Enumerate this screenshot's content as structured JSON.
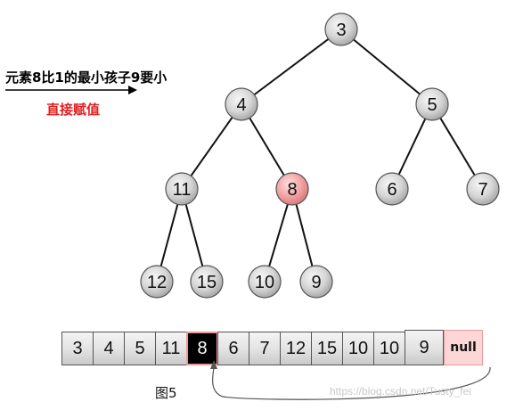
{
  "annotation": {
    "line1": "元素8比1的最小孩子9要小",
    "line2": "直接赋值",
    "line2_color": "#e02020"
  },
  "tree": {
    "nodes": [
      {
        "id": "n3",
        "label": "3",
        "highlight": false
      },
      {
        "id": "n4",
        "label": "4",
        "highlight": false
      },
      {
        "id": "n5",
        "label": "5",
        "highlight": false
      },
      {
        "id": "n11",
        "label": "11",
        "highlight": false
      },
      {
        "id": "n8",
        "label": "8",
        "highlight": true
      },
      {
        "id": "n6",
        "label": "6",
        "highlight": false
      },
      {
        "id": "n7",
        "label": "7",
        "highlight": false
      },
      {
        "id": "n12",
        "label": "12",
        "highlight": false
      },
      {
        "id": "n15",
        "label": "15",
        "highlight": false
      },
      {
        "id": "n10",
        "label": "10",
        "highlight": false
      },
      {
        "id": "n9",
        "label": "9",
        "highlight": false
      }
    ],
    "edges": [
      [
        "n3",
        "n4"
      ],
      [
        "n3",
        "n5"
      ],
      [
        "n4",
        "n11"
      ],
      [
        "n4",
        "n8"
      ],
      [
        "n5",
        "n6"
      ],
      [
        "n5",
        "n7"
      ],
      [
        "n11",
        "n12"
      ],
      [
        "n11",
        "n15"
      ],
      [
        "n8",
        "n10"
      ],
      [
        "n8",
        "n9"
      ]
    ],
    "highlight_color": "#f3a3a3",
    "node_color": "#d9d9d9"
  },
  "array": {
    "cells": [
      "3",
      "4",
      "5",
      "11",
      "8",
      "6",
      "7",
      "12",
      "15",
      "10",
      "10",
      "9",
      "null"
    ],
    "highlight_index": 4,
    "null_index": 12
  },
  "caption": "图5",
  "watermark": "https://blog.csdn.net/Tusty_fei"
}
